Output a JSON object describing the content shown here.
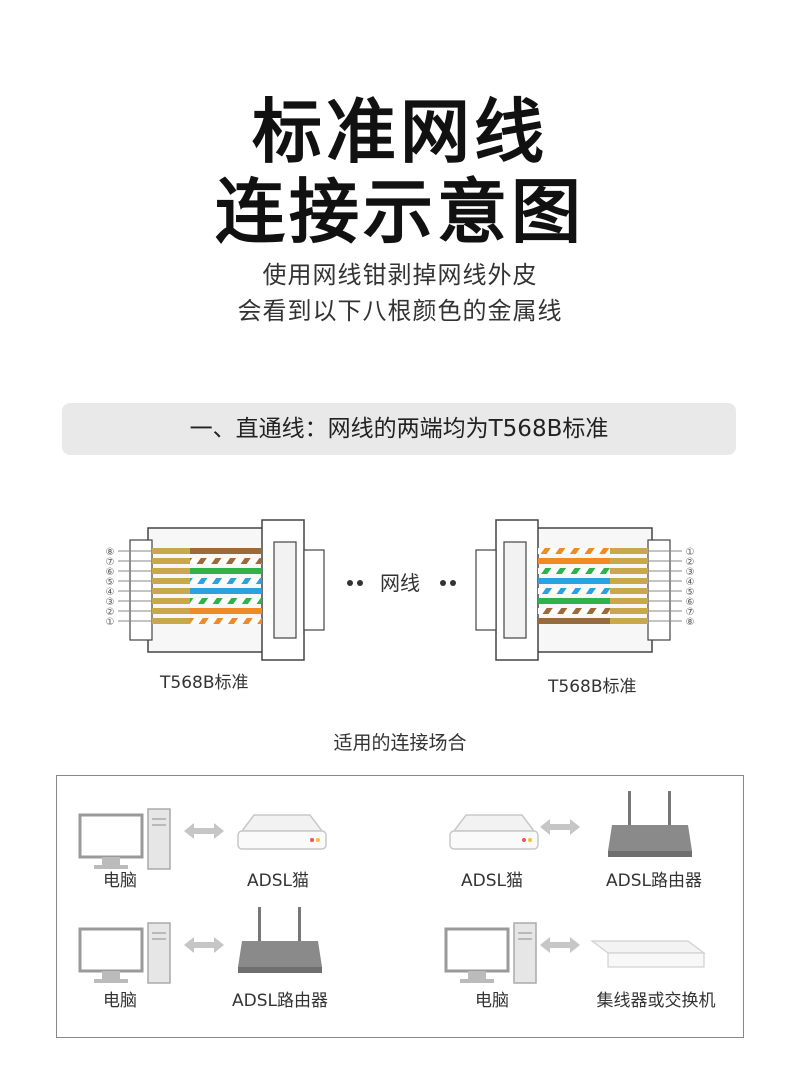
{
  "header": {
    "title_line1": "标准网线",
    "title_line2": "连接示意图",
    "subtitle_line1": "使用网线钳剥掉网线外皮",
    "subtitle_line2": "会看到以下八根颜色的金属线"
  },
  "section": {
    "banner": "一、直通线：网线的两端均为T568B标准"
  },
  "connectors": {
    "left_label": "T568B标准",
    "right_label": "T568B标准",
    "cable_label": "网线",
    "pin_numbers": [
      "①",
      "②",
      "③",
      "④",
      "⑤",
      "⑥",
      "⑦",
      "⑧"
    ],
    "colors": {
      "orange": "#f08a24",
      "green": "#2fb24b",
      "blue": "#29a3e0",
      "brown": "#9a6a3a",
      "gold": "#c9a84c"
    }
  },
  "scenarios": {
    "title": "适用的连接场合",
    "pairs": [
      {
        "left": "电脑",
        "right": "ADSL猫"
      },
      {
        "left": "ADSL猫",
        "right": "ADSL路由器"
      },
      {
        "left": "电脑",
        "right": "ADSL路由器"
      },
      {
        "left": "电脑",
        "right": "集线器或交换机"
      }
    ]
  }
}
